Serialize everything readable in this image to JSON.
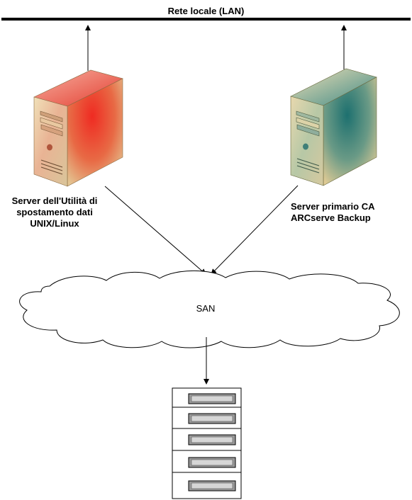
{
  "network": {
    "lan_label": "Rete locale (LAN)"
  },
  "nodes": {
    "left_server_label": "Server dell'Utilità di spostamento dati UNIX/Linux",
    "right_server_label": "Server primario CA ARCserve Backup",
    "san_label": "SAN"
  },
  "colors": {
    "left_server_accent": "#e8332a",
    "right_server_accent": "#1f7a78",
    "server_body": "#e6cf9c",
    "storage_drive": "#9a9a9a"
  },
  "icons": {
    "left_server": "tower-server-icon",
    "right_server": "tower-server-icon",
    "san": "cloud-icon",
    "storage": "storage-array-icon"
  }
}
